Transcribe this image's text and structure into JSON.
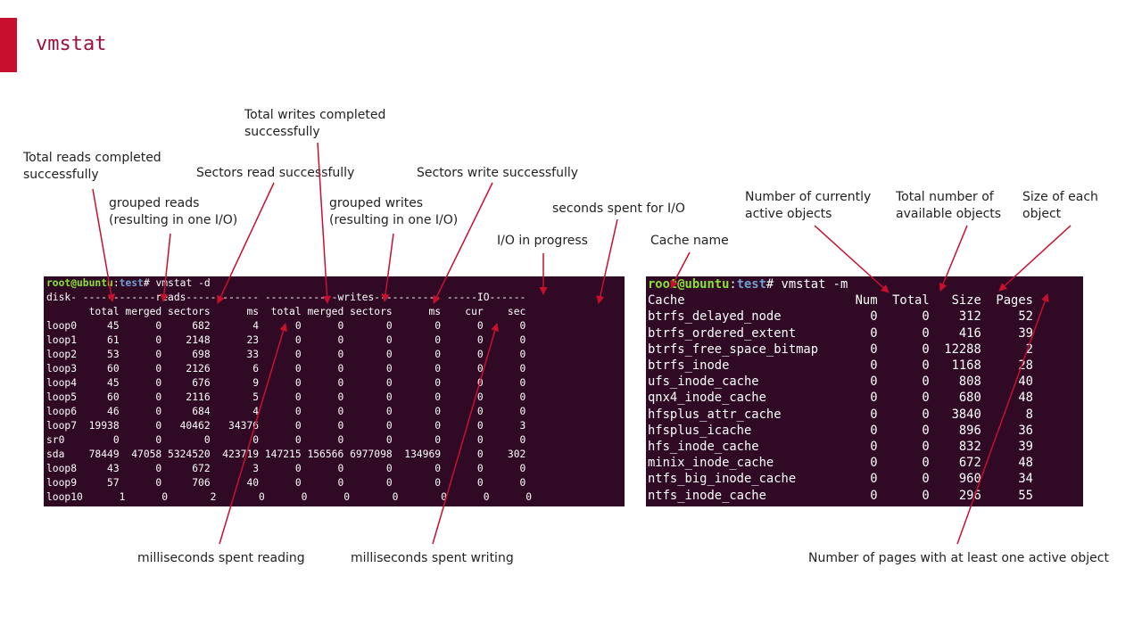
{
  "title": "vmstat",
  "colors": {
    "accent": "#c8102e",
    "title": "#a0103a",
    "terminal_bg": "#300a24",
    "arrow": "#c8102e",
    "prompt_user": "#8ae234",
    "prompt_dir": "#729fcf"
  },
  "annotations": {
    "total_reads": [
      "Total reads completed",
      "successfully"
    ],
    "grouped_reads": [
      "grouped reads",
      "(resulting in one I/O)"
    ],
    "sectors_read": "Sectors read successfully",
    "total_writes": [
      "Total writes completed",
      "successfully"
    ],
    "grouped_writes": [
      "grouped writes",
      "(resulting in one I/O)"
    ],
    "sectors_write": "Sectors write successfully",
    "seconds_io": "seconds spent for I/O",
    "io_in_progress": "I/O in progress",
    "ms_reading": "milliseconds spent reading",
    "ms_writing": "milliseconds spent writing",
    "cache_name": "Cache name",
    "num_active": [
      "Number of currently",
      "active objects"
    ],
    "total_available": [
      "Total number of",
      "available objects"
    ],
    "size_each": [
      "Size of each",
      "object"
    ],
    "pages_active": "Number of pages with at least one active object"
  },
  "terminal_d": {
    "prompt_user": "root@ubuntu",
    "prompt_colon": ":",
    "prompt_dir": "test",
    "command": "# vmstat -d",
    "header1": "disk- ------------reads------------ ------------writes----------- -----IO------",
    "header2": "       total merged sectors      ms  total merged sectors      ms    cur    sec",
    "rows": [
      "loop0     45      0     682       4      0      0       0       0      0      0",
      "loop1     61      0    2148      23      0      0       0       0      0      0",
      "loop2     53      0     698      33      0      0       0       0      0      0",
      "loop3     60      0    2126       6      0      0       0       0      0      0",
      "loop4     45      0     676       9      0      0       0       0      0      0",
      "loop5     60      0    2116       5      0      0       0       0      0      0",
      "loop6     46      0     684       4      0      0       0       0      0      0",
      "loop7  19938      0   40462   34376      0      0       0       0      0      3",
      "sr0        0      0       0       0      0      0       0       0      0      0",
      "sda    78449  47058 5324520  423719 147215 156566 6977098  134969      0    302",
      "loop8     43      0     672       3      0      0       0       0      0      0",
      "loop9     57      0     706      40      0      0       0       0      0      0"
    ],
    "last_row": "loop10      1      0       2       0      0      0       0       0      0      0"
  },
  "terminal_m": {
    "prompt_user": "root@ubuntu",
    "prompt_colon": ":",
    "prompt_dir": "test",
    "command": "# vmstat -m",
    "header": "Cache                       Num  Total   Size  Pages",
    "rows": [
      "btrfs_delayed_node            0      0    312     52",
      "btrfs_ordered_extent          0      0    416     39",
      "btrfs_free_space_bitmap       0      0  12288      2",
      "btrfs_inode                   0      0   1168     28",
      "ufs_inode_cache               0      0    808     40",
      "qnx4_inode_cache              0      0    680     48",
      "hfsplus_attr_cache            0      0   3840      8",
      "hfsplus_icache                0      0    896     36",
      "hfs_inode_cache               0      0    832     39",
      "minix_inode_cache             0      0    672     48",
      "ntfs_big_inode_cache          0      0    960     34",
      "ntfs_inode_cache              0      0    296     55"
    ]
  }
}
